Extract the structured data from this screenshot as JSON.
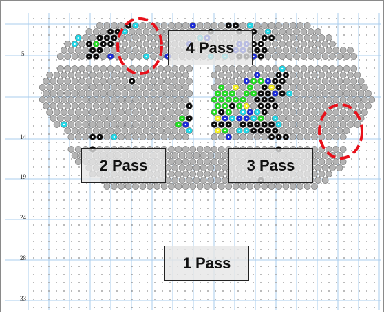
{
  "row_labels": [
    "5",
    "14",
    "19",
    "24",
    "28",
    "33"
  ],
  "pass_labels": {
    "pass4": "4 Pass",
    "pass2": "2 Pass",
    "pass3": "3 Pass",
    "pass1": "1 Pass"
  },
  "colors": {
    "tube_gray": "#b4b4b4",
    "plugged_black": "#0a0a0a",
    "cyan": "#22d6e6",
    "blue": "#1a2ad8",
    "green": "#22dd22",
    "yellow": "#f6f024",
    "highlight_red": "#e8101a",
    "grid_blue": "#a8ccee"
  }
}
